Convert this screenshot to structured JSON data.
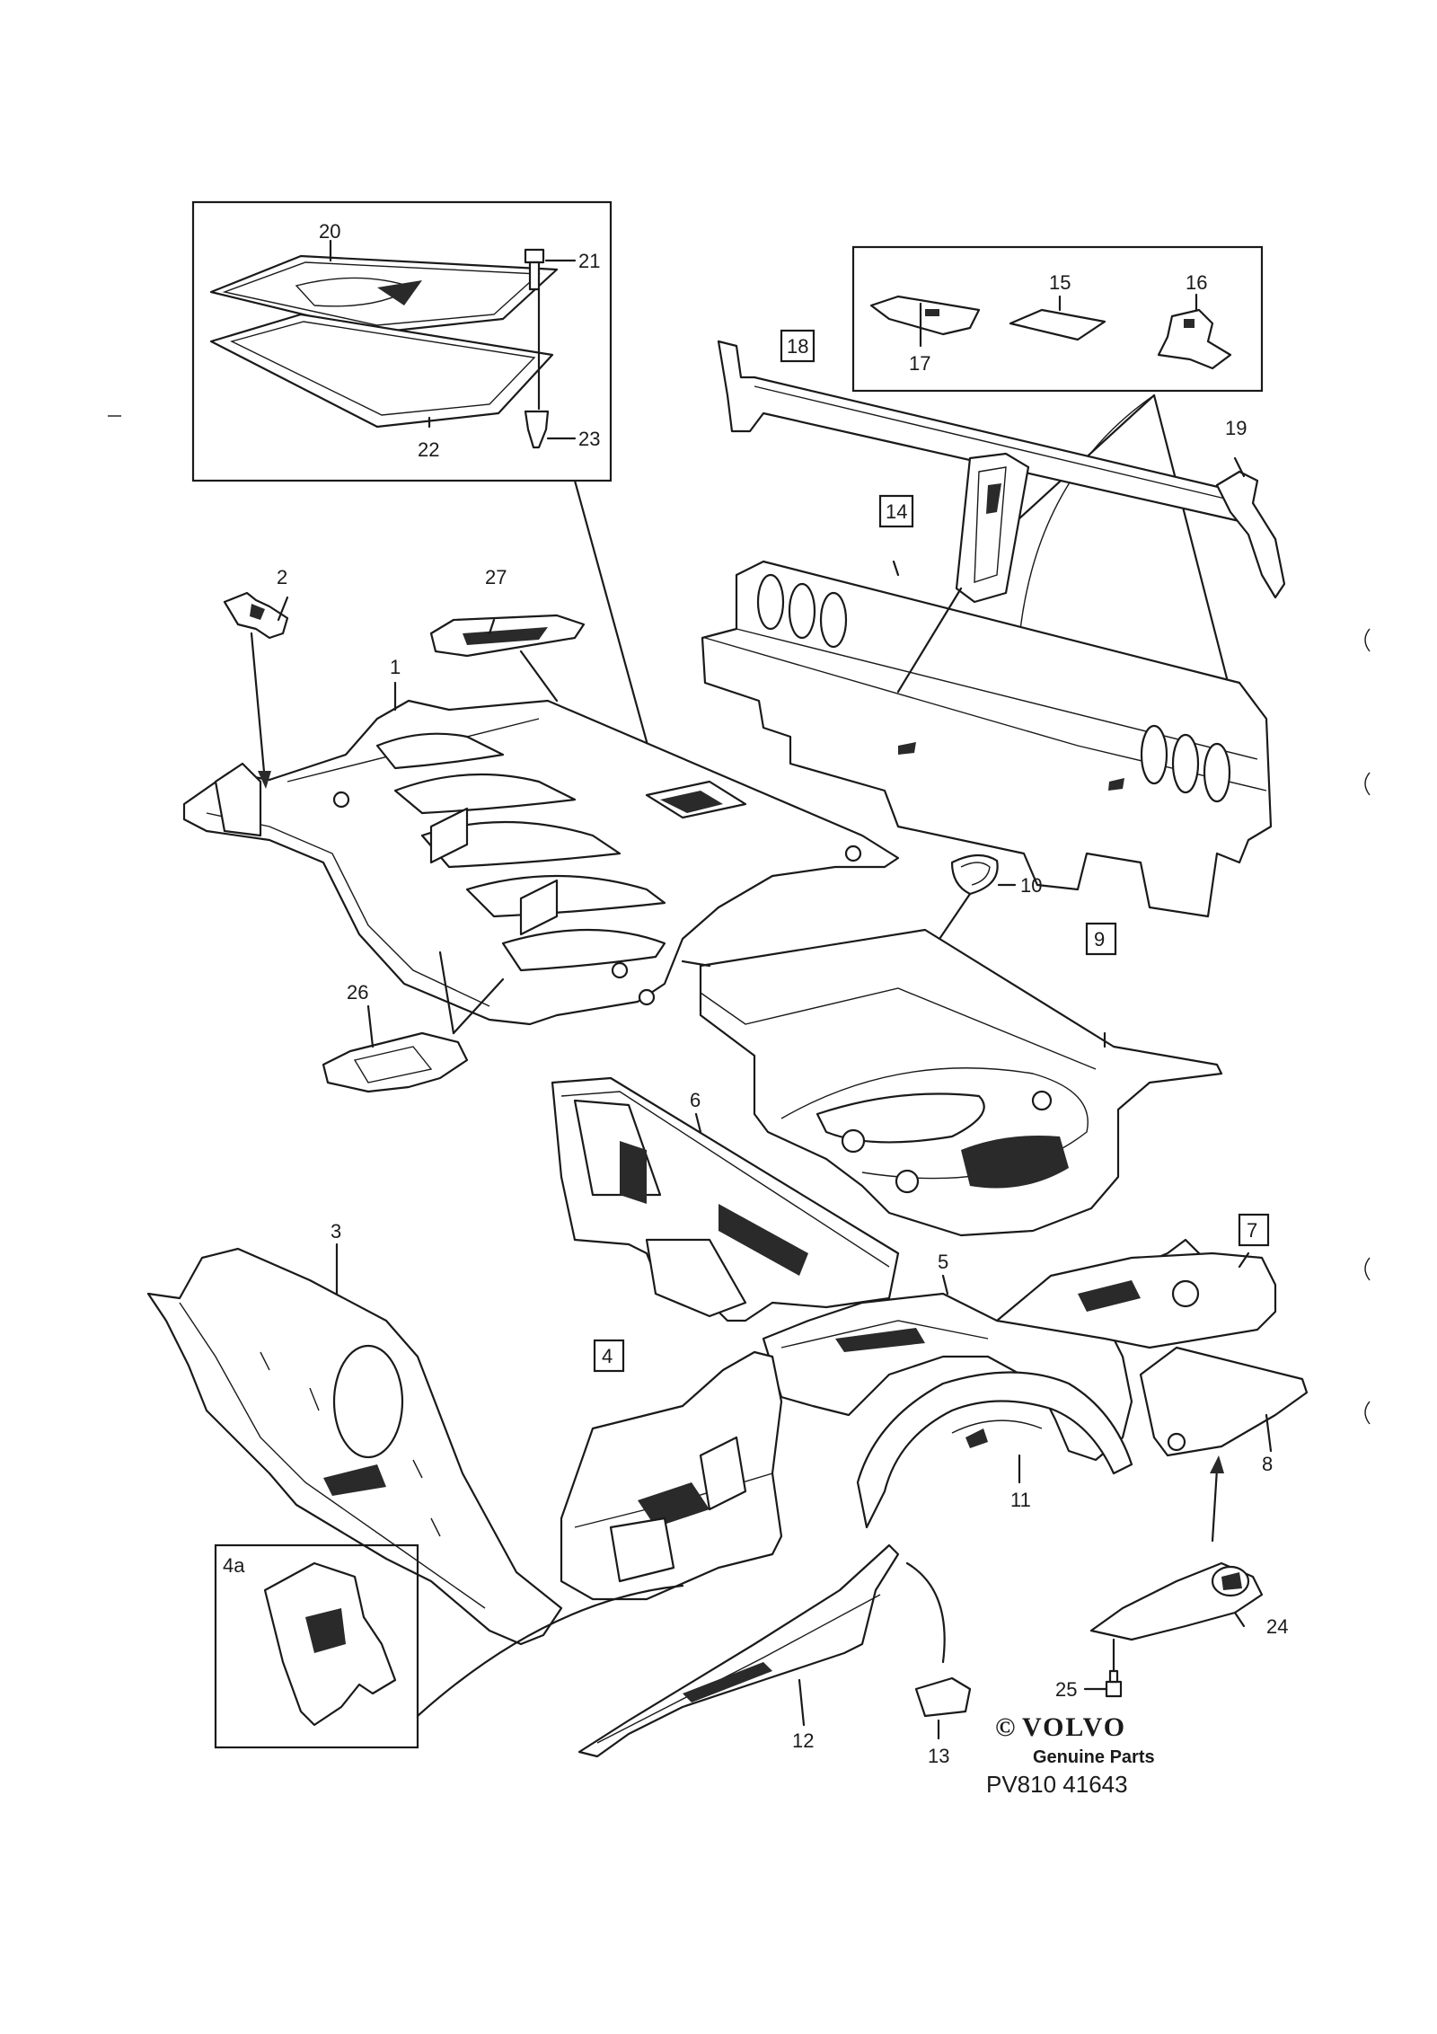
{
  "labels": {
    "l1": "1",
    "l2": "2",
    "l3": "3",
    "l4": "4",
    "l4a": "4a",
    "l5": "5",
    "l6": "6",
    "l7": "7",
    "l8": "8",
    "l9": "9",
    "l10": "10",
    "l11": "11",
    "l12": "12",
    "l13": "13",
    "l14": "14",
    "l15": "15",
    "l16": "16",
    "l17": "17",
    "l18": "18",
    "l19": "19",
    "l20": "20",
    "l21": "21",
    "l22": "22",
    "l23": "23",
    "l24": "24",
    "l25": "25",
    "l26": "26",
    "l27": "27"
  },
  "brand": {
    "copyright": "©",
    "name": "VOLVO",
    "subtitle": "Genuine Parts",
    "code": "PV810 41643"
  }
}
